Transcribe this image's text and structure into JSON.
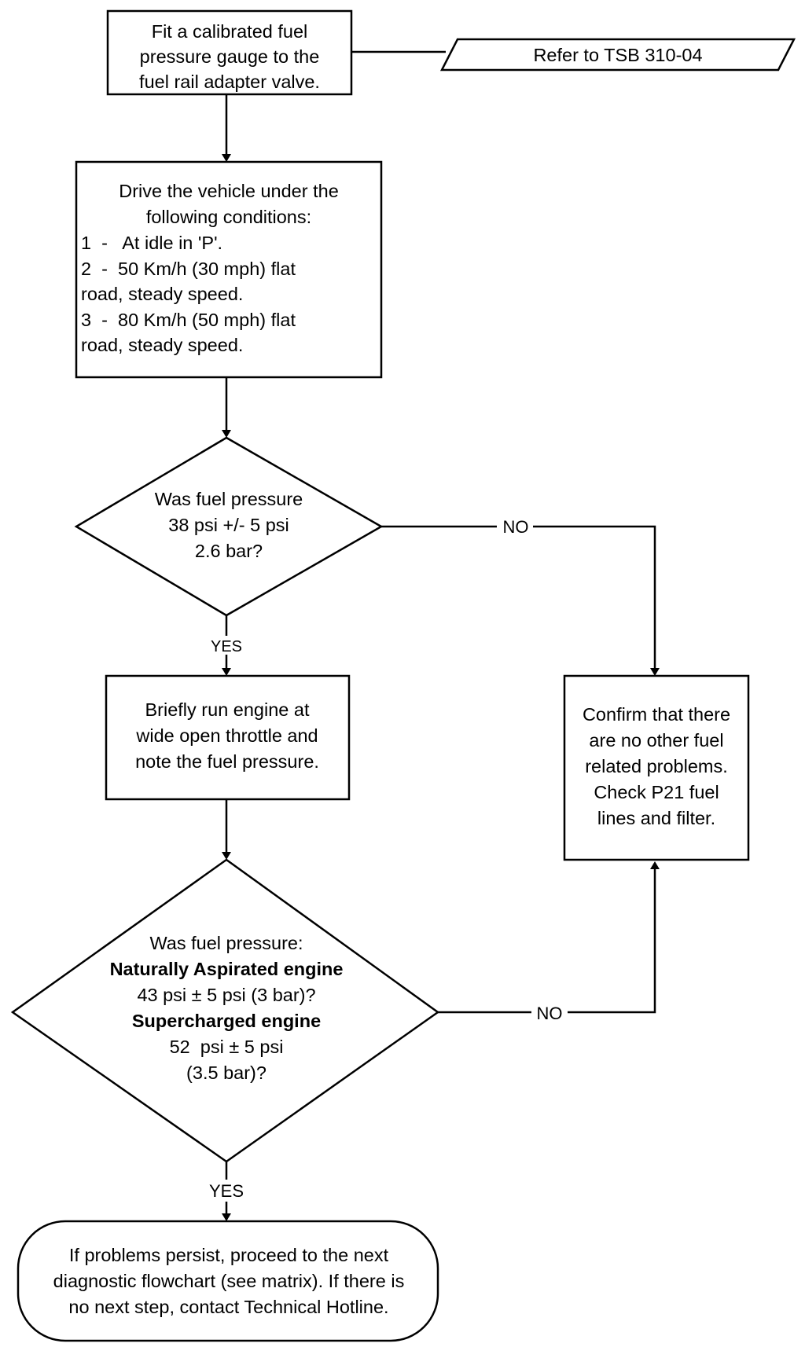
{
  "flowchart": {
    "fit_gauge": {
      "lines": [
        "Fit a calibrated fuel",
        "pressure gauge to the",
        "fuel rail adapter valve."
      ]
    },
    "reference": {
      "text": "Refer to TSB 310-04"
    },
    "drive_conditions": {
      "heading": [
        "Drive the vehicle under the",
        "following conditions:"
      ],
      "items": [
        "1  -   At idle in 'P'.",
        "2  -  50 Km/h (30 mph) flat",
        "road, steady speed.",
        "3  -  80 Km/h (50 mph) flat",
        "road, steady speed."
      ]
    },
    "decision_1": {
      "lines": [
        "Was fuel pressure",
        "38 psi +/- 5 psi",
        "2.6 bar?"
      ],
      "yes_label": "YES",
      "no_label": "NO"
    },
    "wot_step": {
      "lines": [
        "Briefly run engine at",
        "wide open throttle and",
        "note the fuel pressure."
      ]
    },
    "confirm_step": {
      "lines": [
        "Confirm that there",
        "are no other fuel",
        "related problems.",
        "Check P21 fuel",
        "lines and filter."
      ]
    },
    "decision_2": {
      "line_1": "Was fuel pressure:",
      "line_2": "Naturally Aspirated engine",
      "line_3": "43 psi ± 5 psi (3 bar)?",
      "line_4": "Supercharged engine",
      "line_5": "52  psi ± 5 psi",
      "line_6": "(3.5 bar)?",
      "yes_label": "YES",
      "no_label": "NO"
    },
    "terminal": {
      "lines": [
        "If problems persist, proceed to the next",
        "diagnostic flowchart (see matrix). If there is",
        "no next step, contact Technical Hotline."
      ]
    }
  }
}
